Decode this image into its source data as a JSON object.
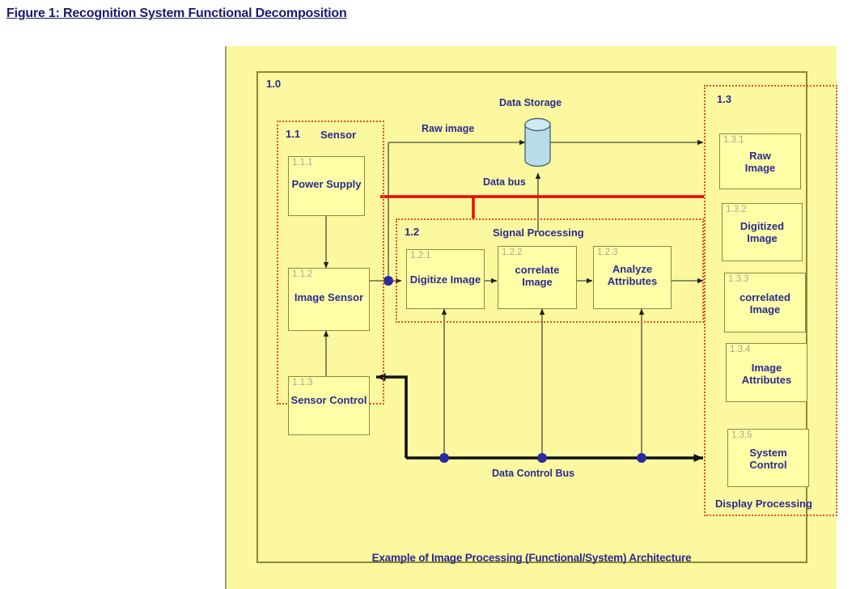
{
  "figure": {
    "title": "Figure 1: Recognition System Functional Decomposition",
    "caption": "Example of Image Processing (Functional/System) Architecture"
  },
  "colors": {
    "canvas_background": "#fbf8a0",
    "box_fill": "#ffffa8",
    "box_border": "#8a8a3a",
    "group_border": "#e2501e",
    "text_navy": "#2b2b8f",
    "number_gray": "#a8a890",
    "data_bus_red": "#ee0000",
    "control_bus_black": "#111111",
    "junction_dot_blue": "#2a2a9e",
    "cylinder_fill": "#b8dde8",
    "flow_line": "#6b6b4a"
  },
  "system": {
    "number": "1.0"
  },
  "groups": {
    "sensor": {
      "number": "1.1",
      "title": "Sensor"
    },
    "signal": {
      "number": "1.2",
      "title": "Signal Processing"
    },
    "display": {
      "number": "1.3",
      "title": "Display Processing"
    }
  },
  "blocks": {
    "sensor": [
      {
        "number": "1.1.1",
        "label": "Power Supply"
      },
      {
        "number": "1.1.2",
        "label": "Image  Sensor"
      },
      {
        "number": "1.1.3",
        "label": "Sensor Control"
      }
    ],
    "signal": [
      {
        "number": "1.2.1",
        "label": "Digitize Image"
      },
      {
        "number": "1.2.2",
        "label": "correlate\nImage"
      },
      {
        "number": "1.2.3",
        "label": "Analyze\nAttributes"
      }
    ],
    "display": [
      {
        "number": "1.3.1",
        "label": "Raw\nImage"
      },
      {
        "number": "1.3.2",
        "label": "Digitized\nImage"
      },
      {
        "number": "1.3.3",
        "label": "correlated\nImage"
      },
      {
        "number": "1.3.4",
        "label": "Image\nAttributes"
      },
      {
        "number": "1.3.5",
        "label": "System\nControl"
      }
    ]
  },
  "annotations": {
    "data_storage": "Data Storage",
    "raw_image": "Raw image",
    "data_bus": "Data bus",
    "data_control_bus": "Data Control Bus"
  }
}
